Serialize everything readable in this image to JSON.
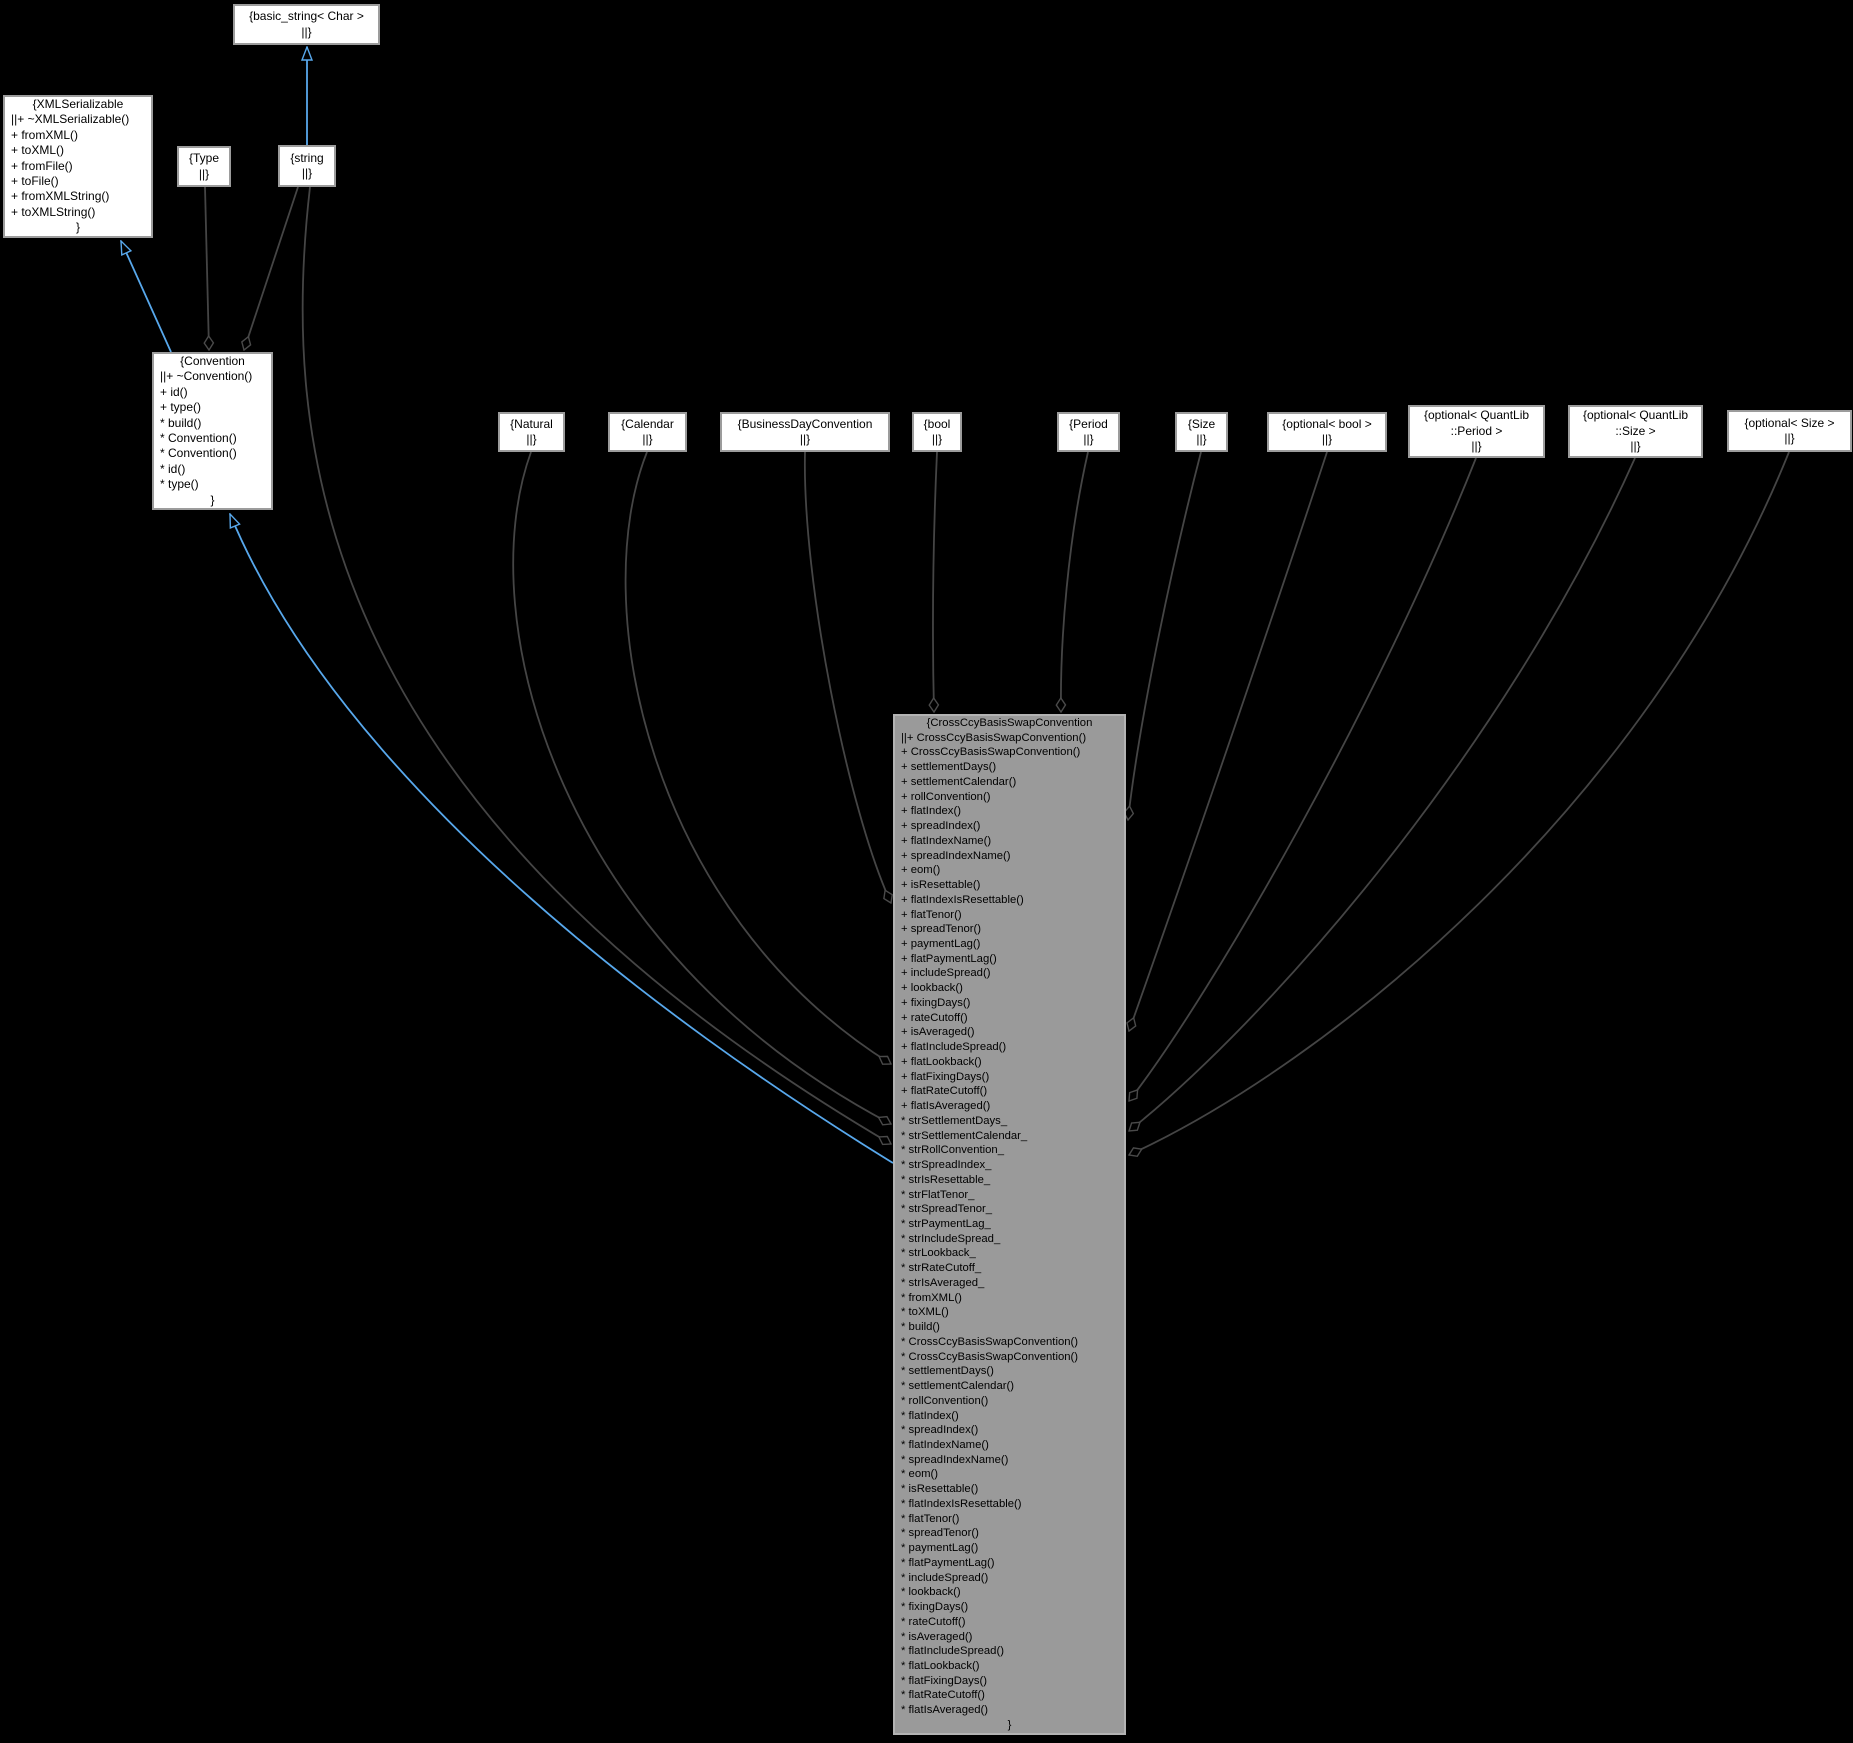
{
  "diagram": {
    "kind": "uml-collaboration-diagram",
    "colors": {
      "background": "#000000",
      "node_fill": "#ffffff",
      "node_border": "#9c9c9c",
      "highlight_node_fill": "#9a9a9a",
      "highlight_node_border": "#b3b3b3",
      "edge_gray": "#454545",
      "edge_inheritance_blue": "#58a8ec",
      "text": "#000000"
    }
  },
  "nodes": {
    "basic_string": {
      "label": "{basic_string< Char >\n||}"
    },
    "xml_serializable": {
      "title": "{XMLSerializable",
      "body": "||+ ~XMLSerializable()\n+ fromXML()\n+ toXML()\n+ fromFile()\n+ toFile()\n+ fromXMLString()\n+ toXMLString()",
      "close": "}"
    },
    "type": {
      "label": "{Type\n||}"
    },
    "string": {
      "label": "{string\n||}"
    },
    "convention": {
      "title": "{Convention",
      "body": "||+ ~Convention()\n+ id()\n+ type()\n* build()\n* Convention()\n* Convention()\n* id()\n* type()",
      "close": "}"
    },
    "natural": {
      "label": "{Natural\n||}"
    },
    "calendar": {
      "label": "{Calendar\n||}"
    },
    "business_day_convention": {
      "label": "{BusinessDayConvention\n||}"
    },
    "bool": {
      "label": "{bool\n||}"
    },
    "period": {
      "label": "{Period\n||}"
    },
    "size": {
      "label": "{Size\n||}"
    },
    "optional_bool": {
      "label": "{optional< bool >\n||}"
    },
    "optional_quantlib_period": {
      "label": "{optional< QuantLib\n::Period >\n||}"
    },
    "optional_quantlib_size": {
      "label": "{optional< QuantLib\n::Size >\n||}"
    },
    "optional_size": {
      "label": "{optional< Size >\n||}"
    },
    "cross_ccy": {
      "title": "{CrossCcyBasisSwapConvention",
      "body": "||+ CrossCcyBasisSwapConvention()\n+ CrossCcyBasisSwapConvention()\n+ settlementDays()\n+ settlementCalendar()\n+ rollConvention()\n+ flatIndex()\n+ spreadIndex()\n+ flatIndexName()\n+ spreadIndexName()\n+ eom()\n+ isResettable()\n+ flatIndexIsResettable()\n+ flatTenor()\n+ spreadTenor()\n+ paymentLag()\n+ flatPaymentLag()\n+ includeSpread()\n+ lookback()\n+ fixingDays()\n+ rateCutoff()\n+ isAveraged()\n+ flatIncludeSpread()\n+ flatLookback()\n+ flatFixingDays()\n+ flatRateCutoff()\n+ flatIsAveraged()\n* strSettlementDays_\n* strSettlementCalendar_\n* strRollConvention_\n* strSpreadIndex_\n* strIsResettable_\n* strFlatTenor_\n* strSpreadTenor_\n* strPaymentLag_\n* strIncludeSpread_\n* strLookback_\n* strRateCutoff_\n* strIsAveraged_\n* fromXML()\n* toXML()\n* build()\n* CrossCcyBasisSwapConvention()\n* CrossCcyBasisSwapConvention()\n* settlementDays()\n* settlementCalendar()\n* rollConvention()\n* flatIndex()\n* spreadIndex()\n* flatIndexName()\n* spreadIndexName()\n* eom()\n* isResettable()\n* flatIndexIsResettable()\n* flatTenor()\n* spreadTenor()\n* paymentLag()\n* flatPaymentLag()\n* includeSpread()\n* lookback()\n* fixingDays()\n* rateCutoff()\n* isAveraged()\n* flatIncludeSpread()\n* flatLookback()\n* flatFixingDays()\n* flatRateCutoff()\n* flatIsAveraged()",
      "close": "}"
    }
  }
}
